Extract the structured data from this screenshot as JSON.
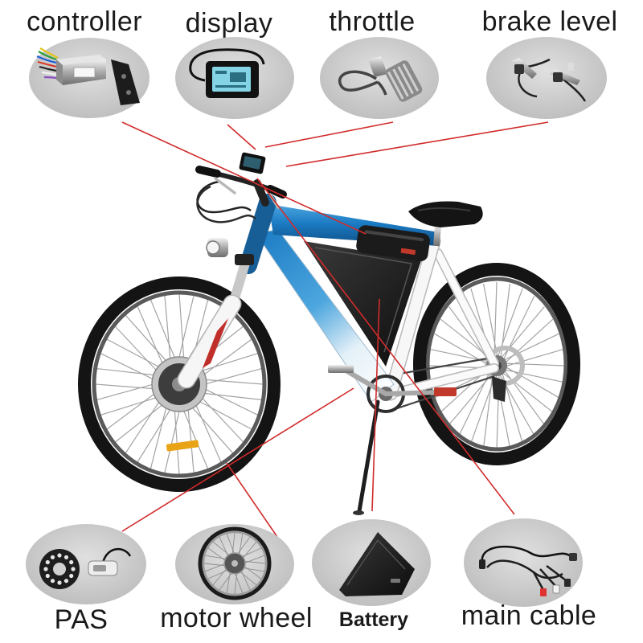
{
  "callouts": {
    "top": [
      {
        "label": "controller",
        "icon": "controller-box-icon"
      },
      {
        "label": "display",
        "icon": "lcd-display-icon"
      },
      {
        "label": "throttle",
        "icon": "thumb-throttle-icon"
      },
      {
        "label": "brake level",
        "icon": "brake-lever-icon"
      }
    ],
    "bottom": [
      {
        "label": "PAS",
        "icon": "pas-sensor-disc-icon"
      },
      {
        "label": "motor wheel",
        "icon": "hub-motor-wheel-icon"
      },
      {
        "label": "Battery",
        "icon": "triangle-battery-bag-icon"
      },
      {
        "label": "main cable",
        "icon": "cable-harness-icon"
      }
    ]
  },
  "colors": {
    "background": "#ffffff",
    "label_text": "#1a1a1a",
    "callout_line": "#d12b2b",
    "oval_center": "#e0e0e0",
    "oval_edge": "#bdbdbd",
    "frame_blue": "#1c7cc4",
    "frame_blue_light": "#4da6de"
  }
}
